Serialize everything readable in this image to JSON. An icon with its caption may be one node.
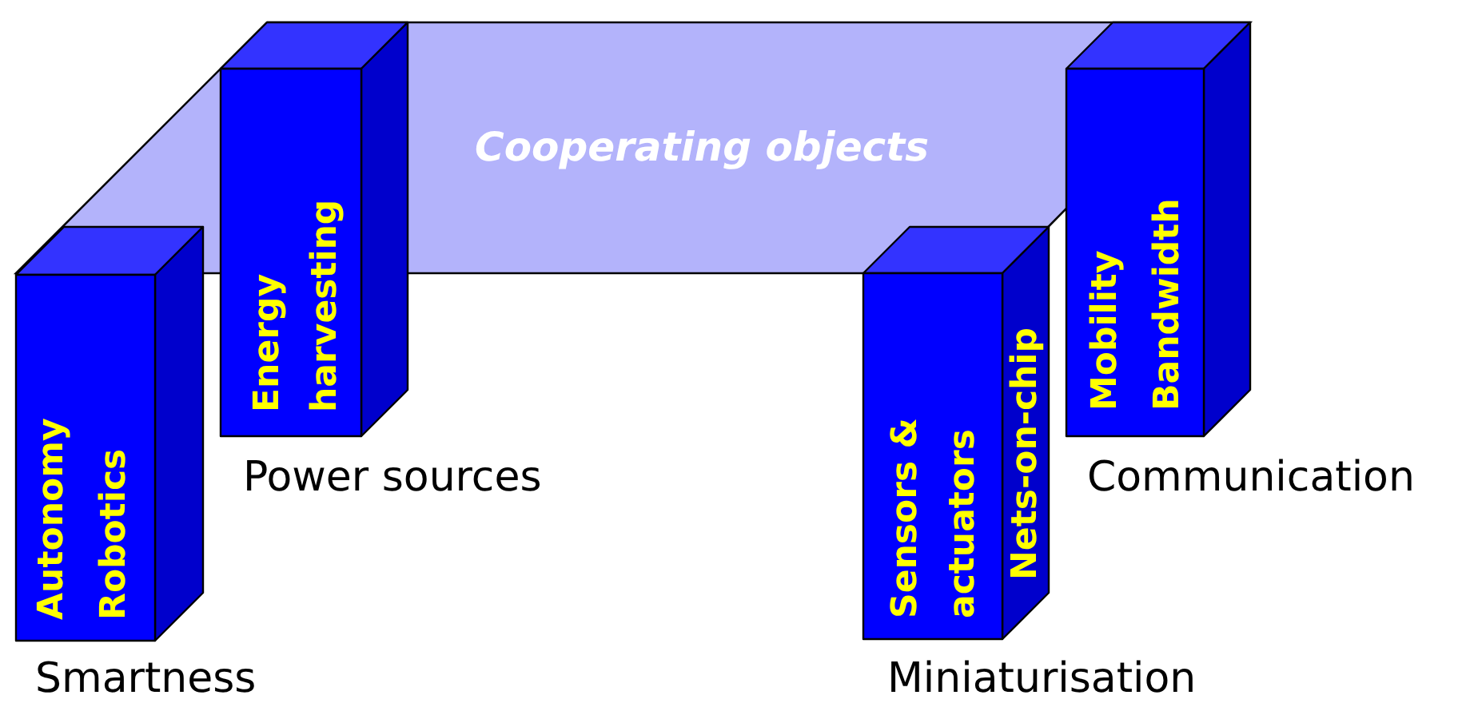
{
  "diagram": {
    "nodes": [
      {
        "text": [
          "Cooperating objects"
        ]
      },
      {
        "text": [
          "Autonomy",
          "Robotics"
        ],
        "beside": [
          "Smartness"
        ]
      },
      {
        "text": [
          "Energy harvesting"
        ],
        "beside": [
          "Power sources"
        ]
      },
      {
        "text": [
          "Sensors & actuators",
          "Nets-on-chip"
        ],
        "beside": [
          "Miniaturisation"
        ]
      },
      {
        "text": [
          "Mobility",
          "Bandwidth"
        ],
        "beside": [
          "Communication"
        ]
      }
    ]
  }
}
